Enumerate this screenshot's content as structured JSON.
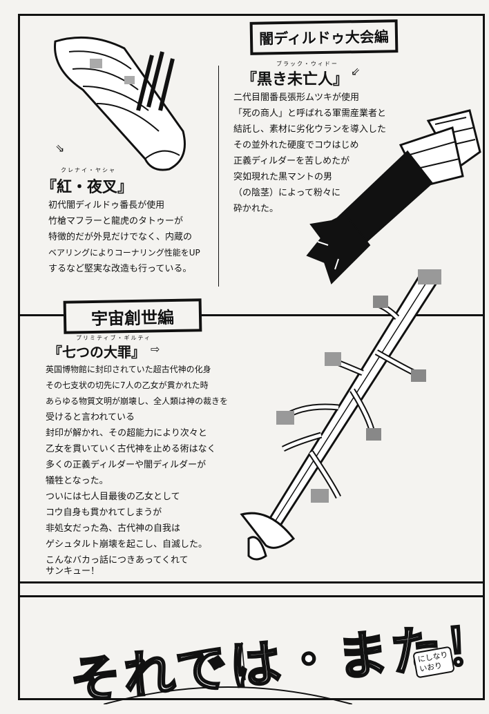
{
  "sections": {
    "section1_title": "闇ディルドゥ大会編",
    "section2_title": "宇宙創世編"
  },
  "crimson": {
    "ruby": "クレナイ・ヤシャ",
    "name": "『紅・夜叉』",
    "lines": [
      "初代闇ディルドゥ番長が使用",
      "竹槍マフラーと龍虎のタトゥーが",
      "特徴的だが外見だけでなく、内蔵の",
      "ベアリングによりコーナリング性能をUP",
      "するなど堅実な改造も行っている。"
    ]
  },
  "black": {
    "ruby": "ブラック・ウィドー",
    "name": "『黒き未亡人』",
    "lines": [
      "二代目闇番長張形ムツキが使用",
      "「死の商人」と呼ばれる軍需産業者と",
      "結託し、素材に劣化ウランを導入した",
      "その並外れた硬度でコウはじめ",
      "正義ディルダーを苦しめたが",
      "突如現れた黒マントの男",
      "（の陰茎）によって粉々に",
      "砕かれた。"
    ]
  },
  "sins": {
    "ruby": "プリミティブ・ギルティ",
    "name": "『七つの大罪』",
    "lines": [
      "英国博物館に封印されていた超古代神の化身",
      "その七支状の切先に7人の乙女が貫かれた時",
      "あらゆる物質文明が崩壊し、全人類は神の裁きを",
      "受けると言われている",
      "封印が解かれ、その超能力により次々と",
      "乙女を貫いていく古代神を止める術はなく",
      "多くの正義ディルダーや闇ディルダーが",
      "犠牲となった。",
      "ついには七人目最後の乙女として",
      "コウ自身も貫かれてしまうが",
      "非処女だった為、古代神の自我は",
      "ゲシュタルト崩壊を起こし、自滅した。",
      "こんなバカっ話につきあってくれて",
      "サンキュー！"
    ]
  },
  "ending": {
    "text": "それでは・また！",
    "signature": "にしなり\nいおり"
  },
  "icons": {
    "arrow1": "outline-arrow-icon",
    "arrow2": "outline-arrow-icon",
    "arrow3": "outline-arrow-icon"
  }
}
